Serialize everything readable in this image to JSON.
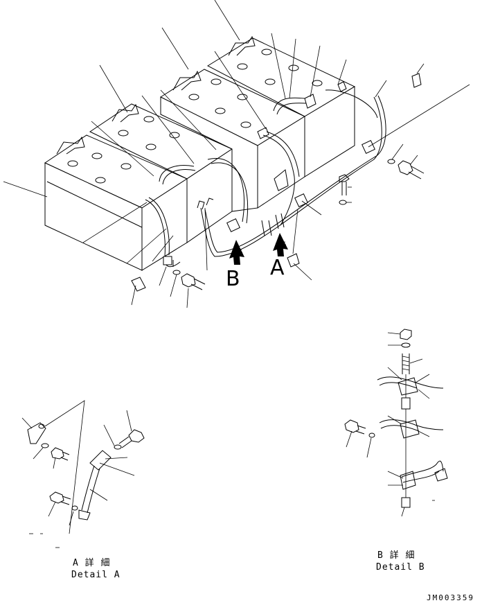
{
  "arrow_labels": {
    "a": "A",
    "b": "B"
  },
  "detail_a": {
    "title": "A 詳 細",
    "subtitle": "Detail A"
  },
  "detail_b": {
    "title": "B 詳 細",
    "subtitle": "Detail B"
  },
  "drawing_code": "JM003359",
  "colors": {
    "line": "#000000",
    "background": "#ffffff"
  }
}
